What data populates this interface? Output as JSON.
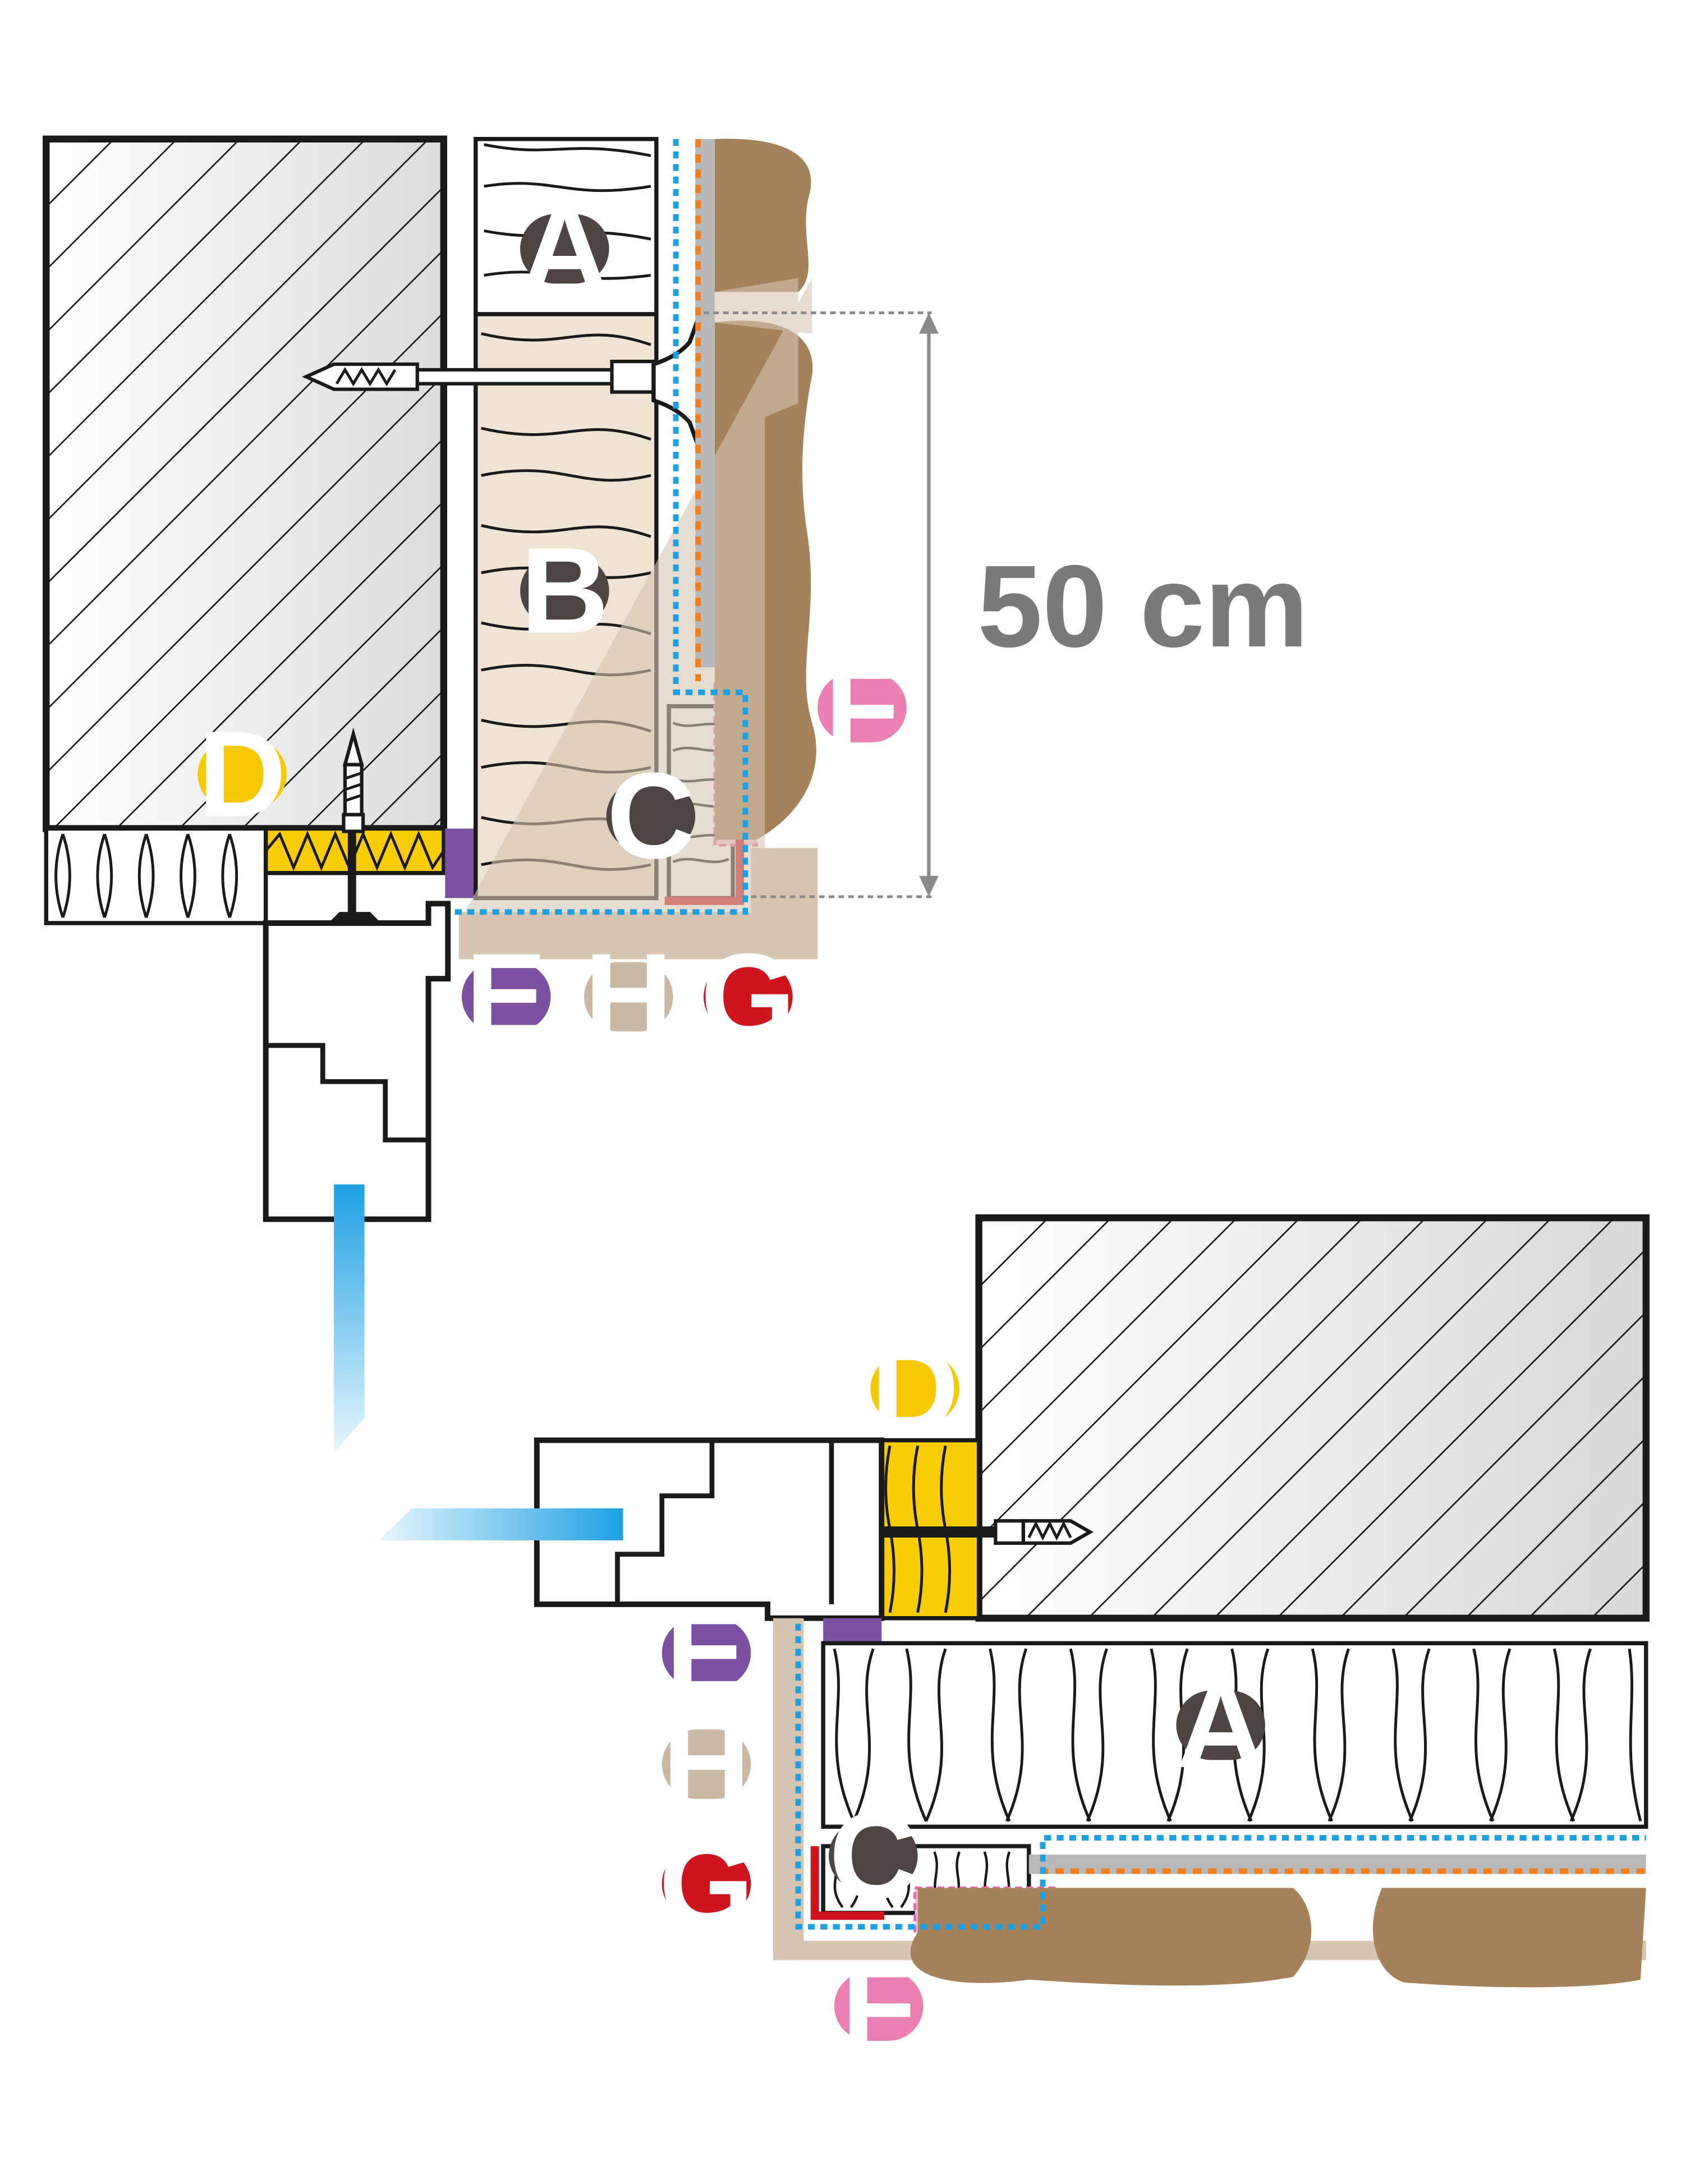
{
  "labels": {
    "a": "A",
    "b": "B",
    "c": "C",
    "d": "D",
    "e": "E",
    "f": "F",
    "g": "G",
    "h": "H"
  },
  "dimension": {
    "text": "50 cm"
  },
  "colors": {
    "badge_dark": "#4d4541",
    "badge_yellow": "#f6c900",
    "badge_purple": "#7b52a2",
    "badge_beige": "#cbb9a6",
    "badge_red": "#d0141e",
    "badge_pink": "#ec7fb1",
    "soil": "#a6825b",
    "sand": "#d6c5b1",
    "insulation_beige": "#efe3d3",
    "insulation_yellow": "#f9cd06",
    "membrane_blue": "#1da1e3",
    "membrane_orange": "#f07f1f",
    "water_blue": "#29aee6",
    "seal_purple": "#7b52a2"
  },
  "icons": [
    "screw-icon",
    "insulation-anchor-icon",
    "water-flow-icon"
  ]
}
